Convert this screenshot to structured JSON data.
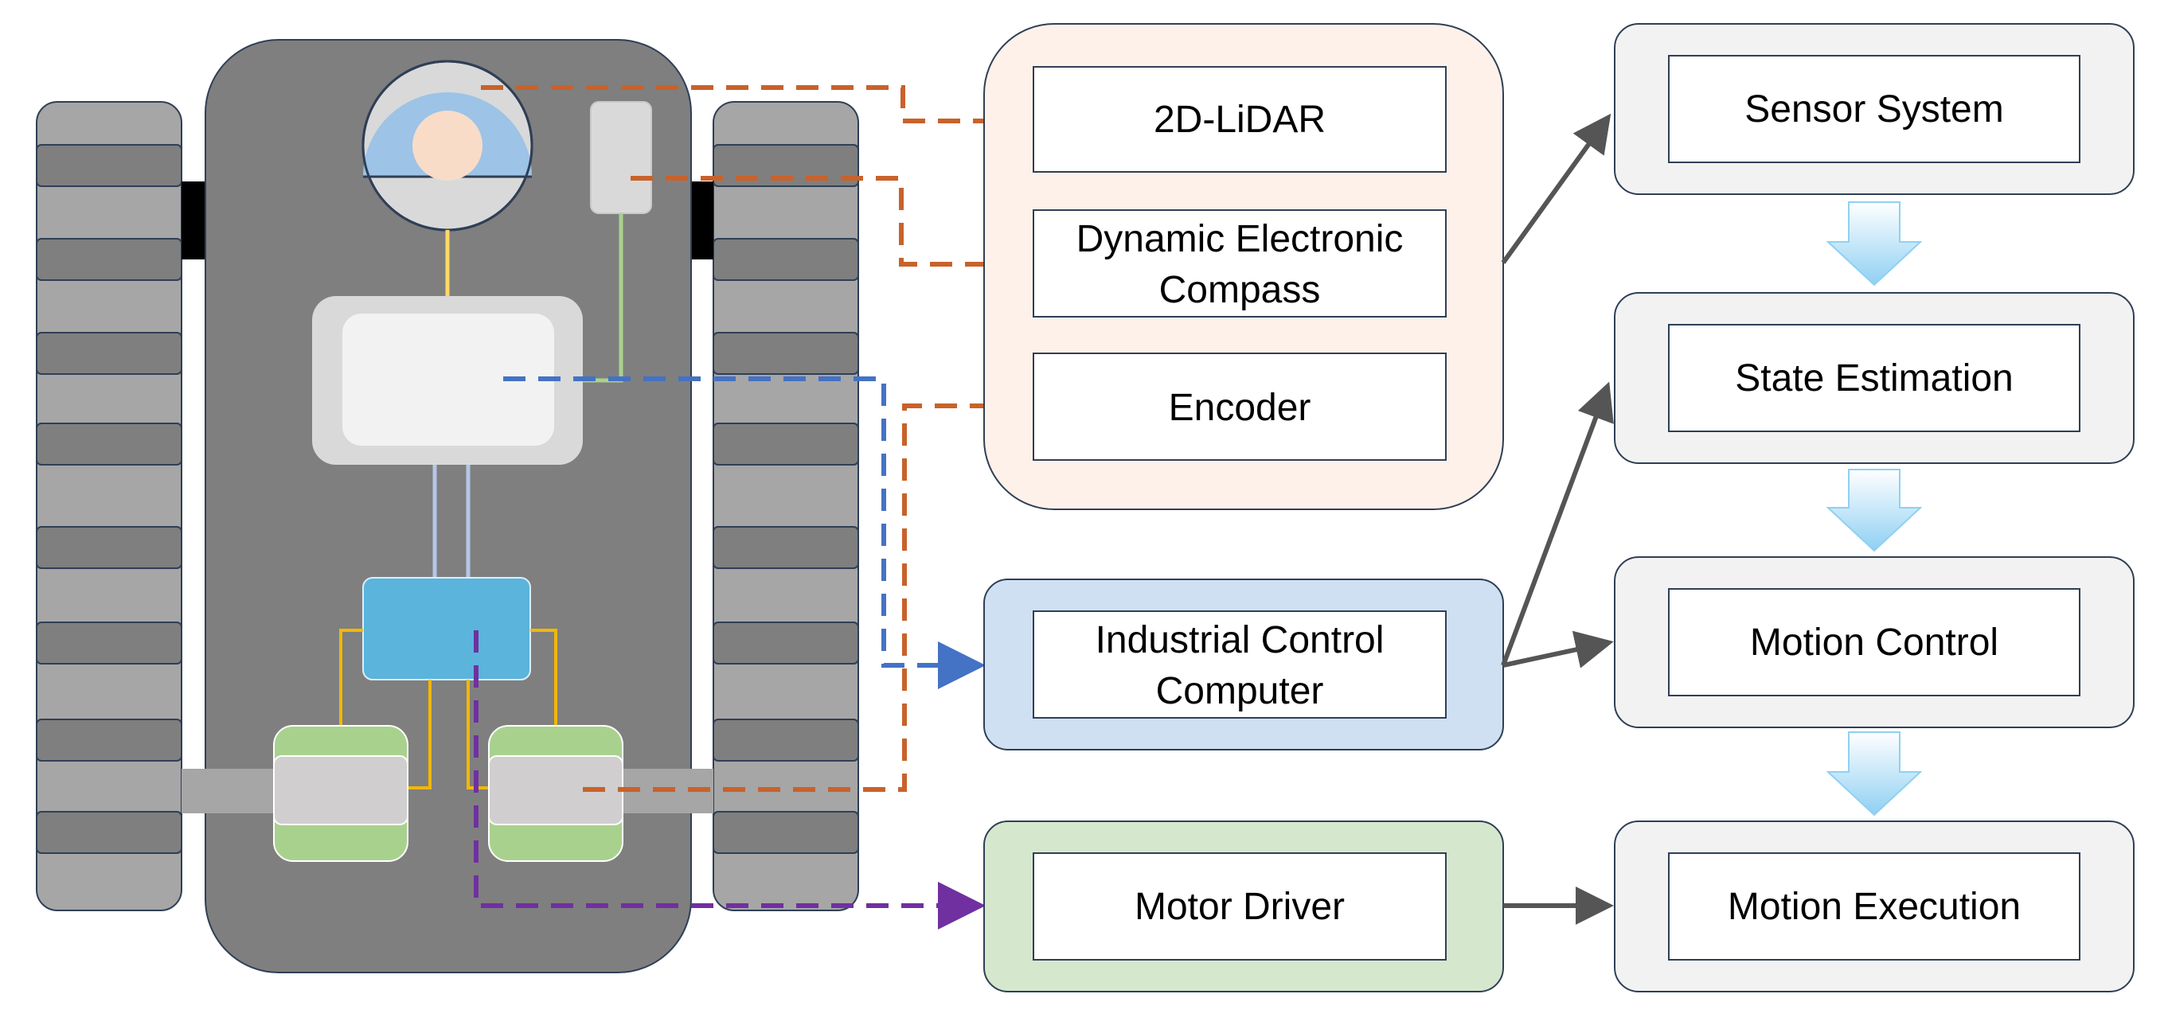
{
  "sensor_group": {
    "lidar": "2D-LiDAR",
    "compass_line1": "Dynamic Electronic",
    "compass_line2": "Compass",
    "encoder": "Encoder"
  },
  "controller": {
    "line1": "Industrial Control",
    "line2": "Computer"
  },
  "driver": {
    "label": "Motor Driver"
  },
  "pipeline": {
    "sensor_system": "Sensor System",
    "state_estimation": "State Estimation",
    "motion_control": "Motion Control",
    "motion_execution": "Motion Execution"
  },
  "colors": {
    "sensor_link": "#c8622b",
    "control_link": "#4472c4",
    "driver_link": "#7030a0",
    "arrow": "#555555"
  }
}
